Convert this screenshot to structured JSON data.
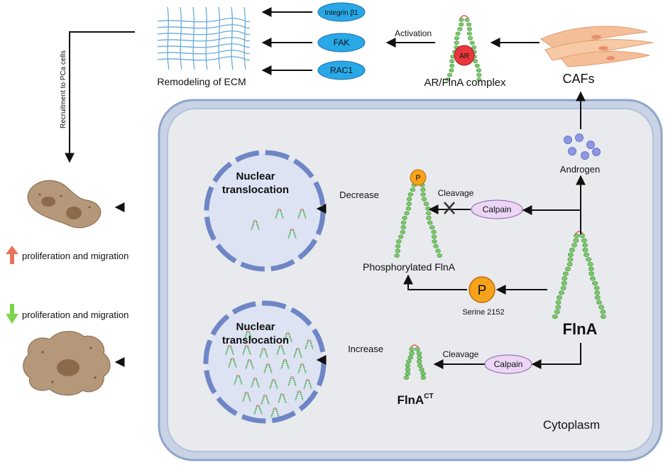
{
  "top": {
    "ecm_label": "Remodeling of ECM",
    "recruitment_label": "Recruitment to PCa cells",
    "proteins": [
      "Integrin β1",
      "FAK",
      "RAC1"
    ],
    "activation_label": "Activation",
    "complex_label": "AR/FlnA complex",
    "ar_badge": "AR",
    "cafs_label": "CAFs"
  },
  "cell": {
    "upper_nucleus_label": [
      "Nuclear",
      "translocation"
    ],
    "lower_nucleus_label": [
      "Nuclear",
      "translocation"
    ],
    "decrease_label": "Decrease",
    "increase_label": "Increase",
    "cleavage_upper": "Cleavage",
    "cleavage_lower": "Cleavage",
    "calpain_upper": "Calpain",
    "calpain_lower": "Calpain",
    "p_small": "P",
    "p_large": "P",
    "phospho_label": "Phosphorylated FlnA",
    "serine_label": "Serine 2152",
    "androgen_label": "Androgen",
    "flna_label": "FlnA",
    "flna_ct_main": "FlnA",
    "flna_ct_sup": "CT",
    "cytoplasm_label": "Cytoplasm"
  },
  "left": {
    "up_label": "proliferation and migration",
    "down_label": "proliferation and migration"
  },
  "colors": {
    "cell_fill": "#e8eaee",
    "cell_border": "#8fa6c9",
    "nucleus_fill": "#dde3f3",
    "nucleus_border": "#6f86c6",
    "protein_blue": "#29a8e8",
    "calpain_fill": "#ecd6f5",
    "phospho_orange": "#f7a21b",
    "ar_red": "#e8383d",
    "cytoplasm_green": "#1d8a56",
    "up_arrow": "#e8735c",
    "down_arrow": "#7dd44a"
  }
}
